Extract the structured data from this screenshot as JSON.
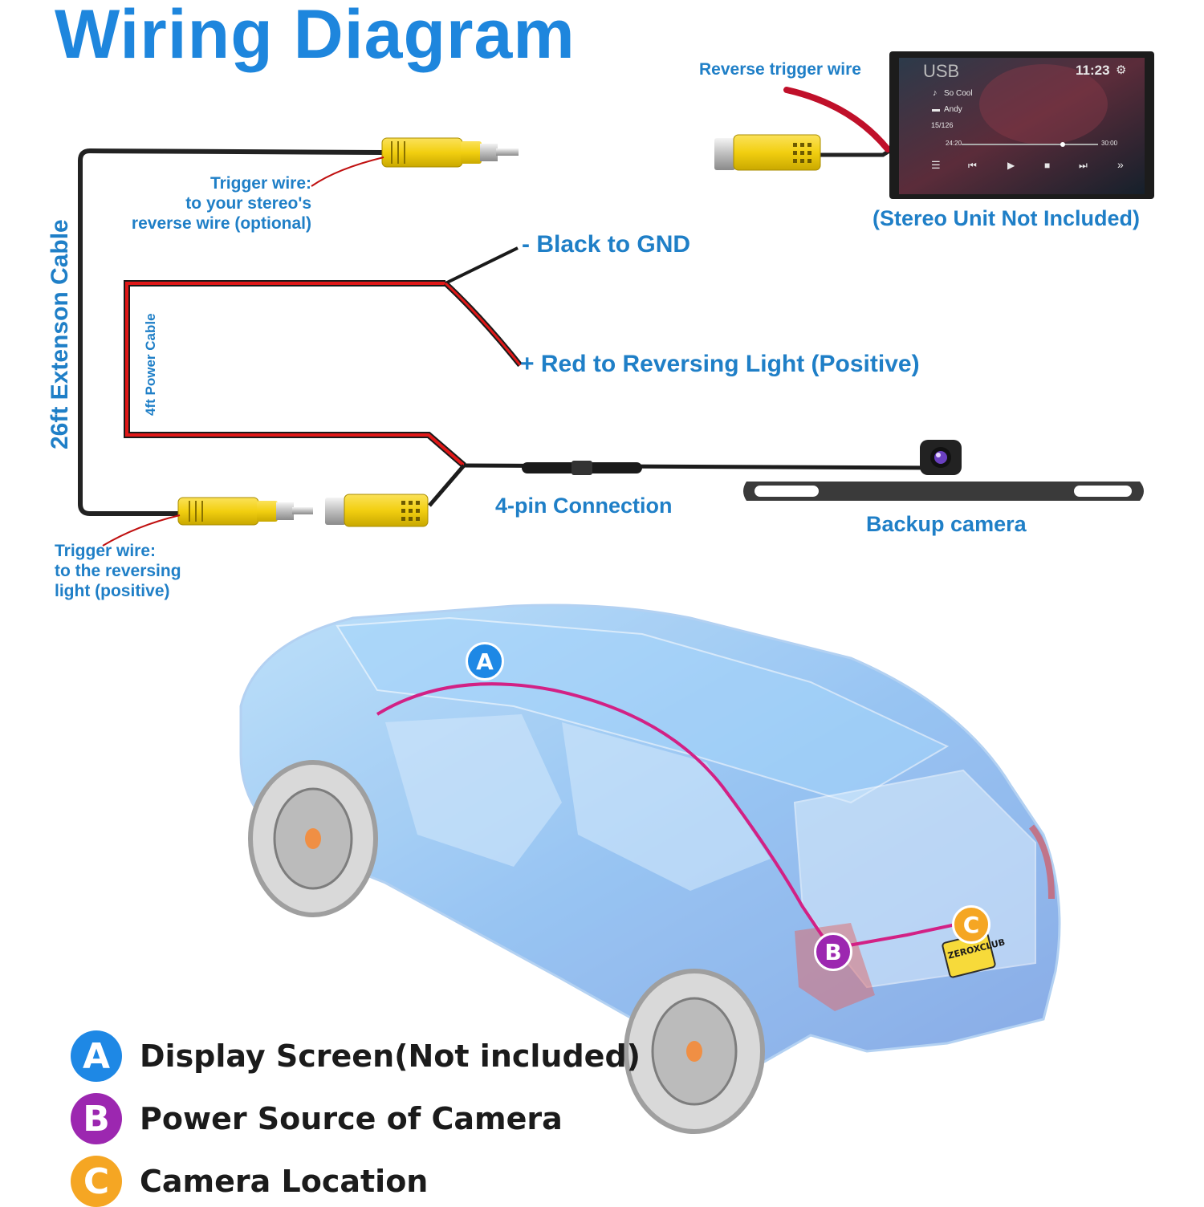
{
  "title": "Wiring Diagram",
  "labels": {
    "reverse_trigger_wire": "Reverse trigger wire",
    "stereo_not_included": "(Stereo Unit Not Included)",
    "trigger_top": [
      "Trigger wire:",
      "to your stereo's",
      "reverse wire (optional)"
    ],
    "extension_cable": "26ft Extenson Cable",
    "power_cable": "4ft Power Cable",
    "black_gnd": "- Black to GND",
    "red_reversing": "+ Red to Reversing Light (Positive)",
    "four_pin": "4-pin Connection",
    "backup_camera": "Backup camera",
    "trigger_bottom": [
      "Trigger wire:",
      "to the reversing",
      "light (positive)"
    ]
  },
  "stereo_screen": {
    "source": "USB",
    "time": "11:23",
    "track": "So Cool",
    "artist": "Andy",
    "track_count": "15/126",
    "elapsed": "24:20",
    "duration": "30:00"
  },
  "car": {
    "plate": "ZEROXCLUB",
    "markers": [
      "A",
      "B",
      "C"
    ]
  },
  "legend": [
    {
      "badge": "A",
      "text": "Display Screen(Not included)",
      "color": "#1e88e5"
    },
    {
      "badge": "B",
      "text": "Power Source of Camera",
      "color": "#9c27b0"
    },
    {
      "badge": "C",
      "text": "Camera Location",
      "color": "#f5a623"
    }
  ],
  "colors": {
    "accent_blue": "#1e86dd",
    "label_blue": "#1f7fc7",
    "rca_yellow": "#f2d21b",
    "red_wire": "#e01818",
    "path_magenta": "#d0167f"
  }
}
